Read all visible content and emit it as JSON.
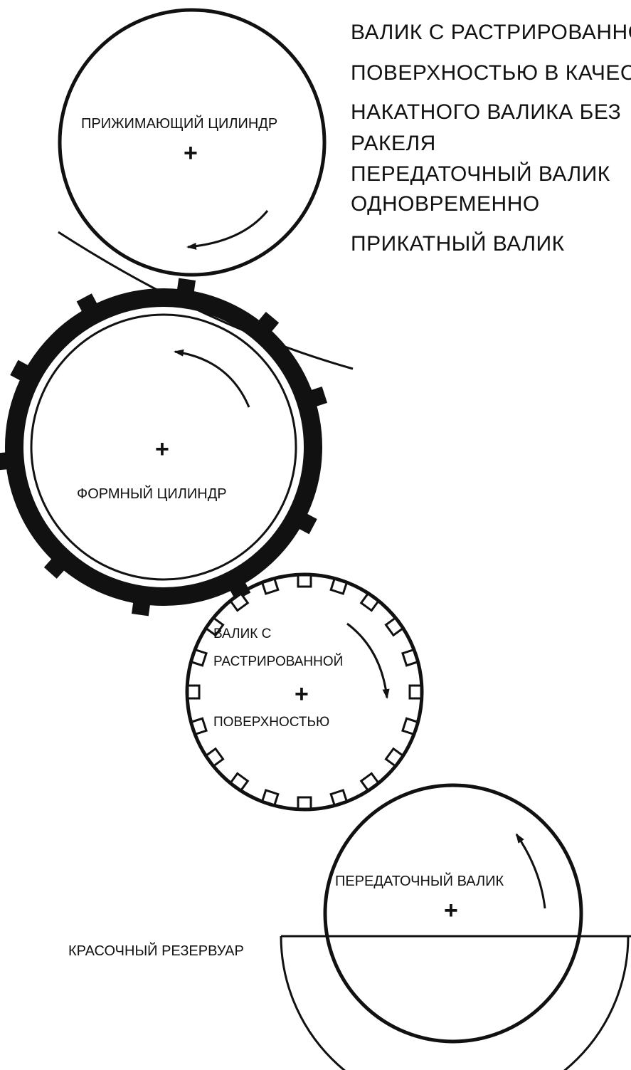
{
  "legend": [
    "ВАЛИК С  РАСТРИРОВАННОЙ",
    "ПОВЕРХНОСТЬЮ  В  КАЧЕСТВЕ",
    "НАКАТНОГО  ВАЛИКА  БЕЗ",
    "РАКЕЛЯ",
    "ПЕРЕДАТОЧНЫЙ  ВАЛИК",
    "ОДНОВРЕМЕННО",
    "ПРИКАТНЫЙ  ВАЛИК"
  ],
  "impression_cylinder": {
    "label": "ПРИЖИМАЮЩИЙ  ЦИЛИНДР",
    "center_mark": "+"
  },
  "plate_cylinder": {
    "label": "ФОРМНЫЙ  ЦИЛИНДР",
    "center_mark": "+"
  },
  "anilox_roller": {
    "label_lines": [
      "ВАЛИК С",
      "РАСТРИРОВАННОЙ",
      "ПОВЕРХНОСТЬЮ"
    ],
    "center_mark": "+"
  },
  "transfer_roller": {
    "label": "ПЕРЕДАТОЧНЫЙ  ВАЛИК",
    "center_mark": "+"
  },
  "ink_reservoir": {
    "label": "КРАСОЧНЫЙ  РЕЗЕРВУАР"
  },
  "colors": {
    "ink": "#111111",
    "background": "#ffffff"
  }
}
